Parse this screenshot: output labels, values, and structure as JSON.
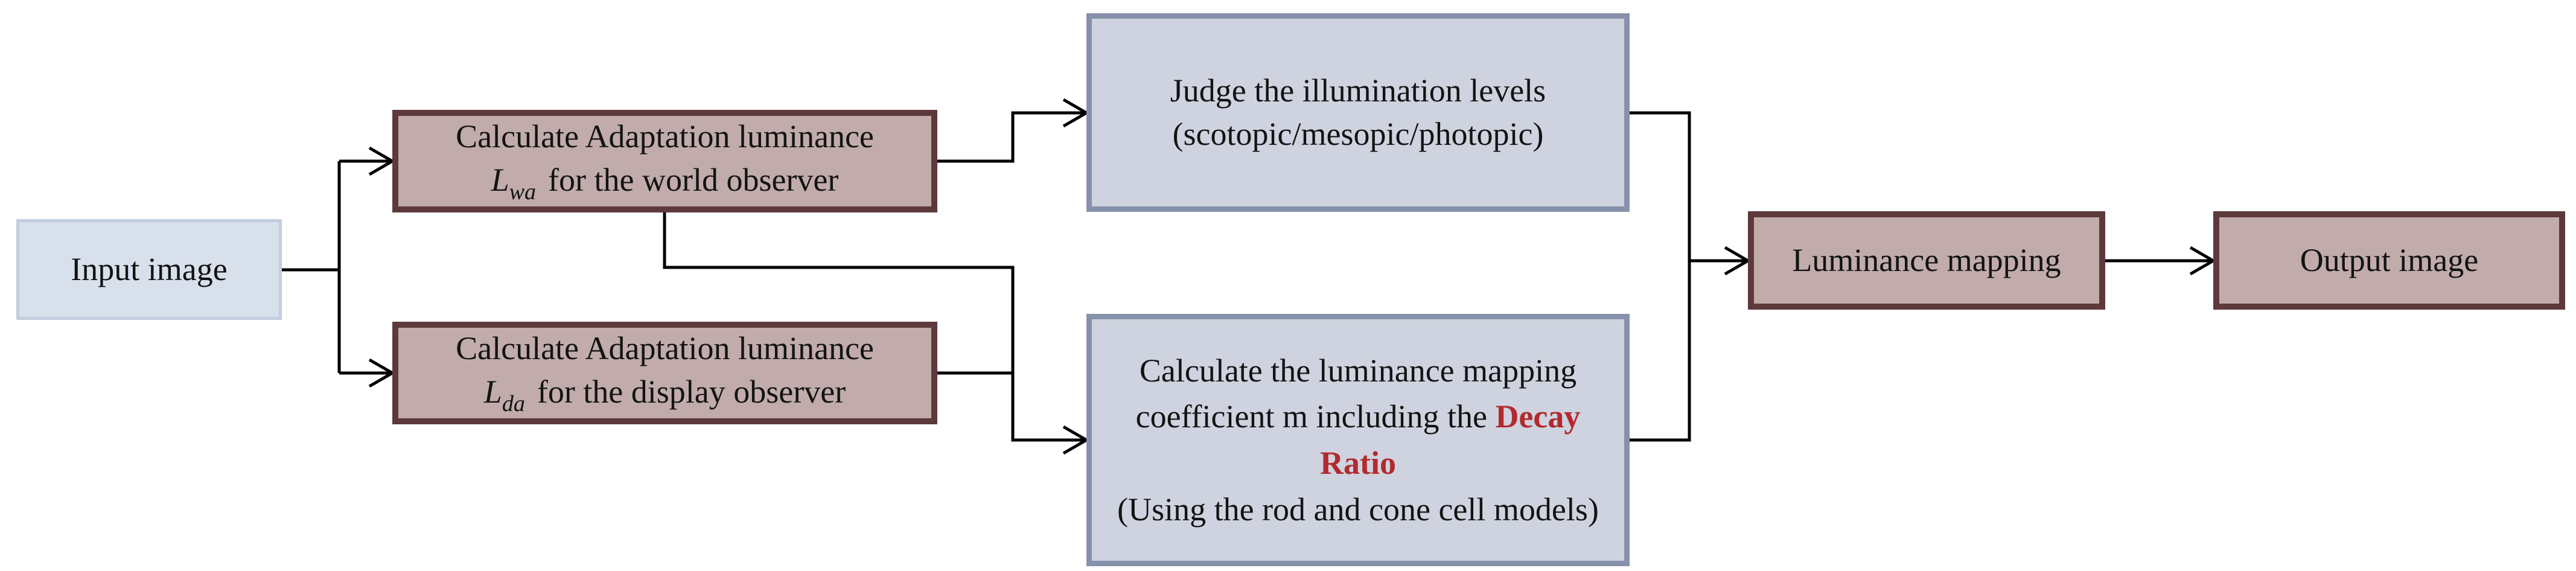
{
  "diagram": {
    "nodes": {
      "input": {
        "label": "Input image"
      },
      "world": {
        "line1": "Calculate Adaptation luminance",
        "symbol": "L",
        "subscript": "wa",
        "rest": "for the world observer"
      },
      "display": {
        "line1": "Calculate Adaptation luminance",
        "symbol": "L",
        "subscript": "da",
        "rest": "for the display observer"
      },
      "judge": {
        "line1": "Judge the illumination levels",
        "line2": "(scotopic/mesopic/photopic)"
      },
      "decay": {
        "prefix": "Calculate the luminance mapping coefficient m including the ",
        "highlight": "Decay Ratio",
        "paren": "(Using the rod and cone cell models)"
      },
      "lum": {
        "label": "Luminance mapping"
      },
      "out": {
        "label": "Output image"
      }
    },
    "colors": {
      "node_mauve_fill": "#c1abab",
      "node_mauve_border": "#5e393b",
      "node_blue_fill": "#ced3df",
      "node_blue_border": "#8791ab",
      "node_input_fill": "#d8e0ec",
      "node_input_border": "#c2cede",
      "highlight_red": "#b22a2e",
      "connector_black": "#000000",
      "text_color": "#131313"
    }
  }
}
